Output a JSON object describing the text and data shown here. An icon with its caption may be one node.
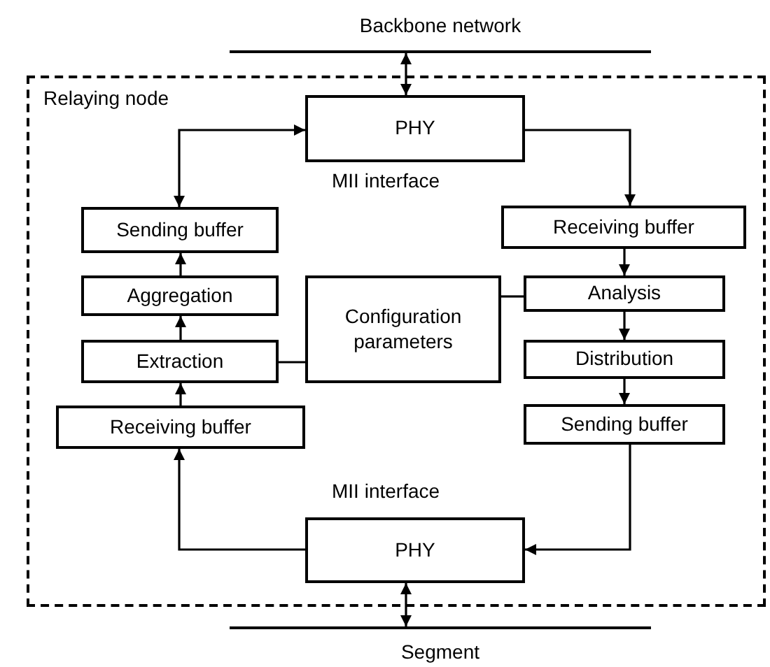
{
  "diagram": {
    "nodes": [
      {
        "text": [
          "Relaying node"
        ]
      },
      {
        "text": [
          "Backbone network"
        ]
      },
      {
        "text": [
          "PHY"
        ],
        "in": 0,
        "beside": [
          "MII interface"
        ]
      },
      {
        "text": [
          "Sending buffer"
        ],
        "in": 0
      },
      {
        "text": [
          "Receiving buffer"
        ],
        "in": 0
      },
      {
        "text": [
          "Aggregation"
        ],
        "in": 0
      },
      {
        "text": [
          "Configuration parameters"
        ],
        "in": 0
      },
      {
        "text": [
          "Analysis"
        ],
        "in": 0
      },
      {
        "text": [
          "Extraction"
        ],
        "in": 0
      },
      {
        "text": [
          "Distribution"
        ],
        "in": 0
      },
      {
        "text": [
          "Receiving buffer"
        ],
        "in": 0
      },
      {
        "text": [
          "Sending buffer"
        ],
        "in": 0
      },
      {
        "text": [
          "PHY"
        ],
        "in": 0,
        "beside": [
          "MII interface"
        ]
      },
      {
        "text": [
          "Segment"
        ]
      }
    ],
    "edges": [
      {
        "from": 1,
        "to": 2,
        "arrow": "both"
      },
      {
        "from": 3,
        "to": 2,
        "arrow": "both"
      },
      {
        "from": 2,
        "to": 4,
        "arrow": "to"
      },
      {
        "from": 4,
        "to": 7,
        "arrow": "to"
      },
      {
        "from": 7,
        "to": 9,
        "arrow": "to"
      },
      {
        "from": 9,
        "to": 11,
        "arrow": "to"
      },
      {
        "from": 11,
        "to": 12,
        "arrow": "to"
      },
      {
        "from": 12,
        "to": 10,
        "arrow": "to"
      },
      {
        "from": 10,
        "to": 8,
        "arrow": "to"
      },
      {
        "from": 8,
        "to": 5,
        "arrow": "to"
      },
      {
        "from": 5,
        "to": 3,
        "arrow": "to"
      },
      {
        "from": 6,
        "to": 8,
        "arrow": "none"
      },
      {
        "from": 6,
        "to": 7,
        "arrow": "none"
      },
      {
        "from": 12,
        "to": 13,
        "arrow": "both"
      }
    ]
  }
}
